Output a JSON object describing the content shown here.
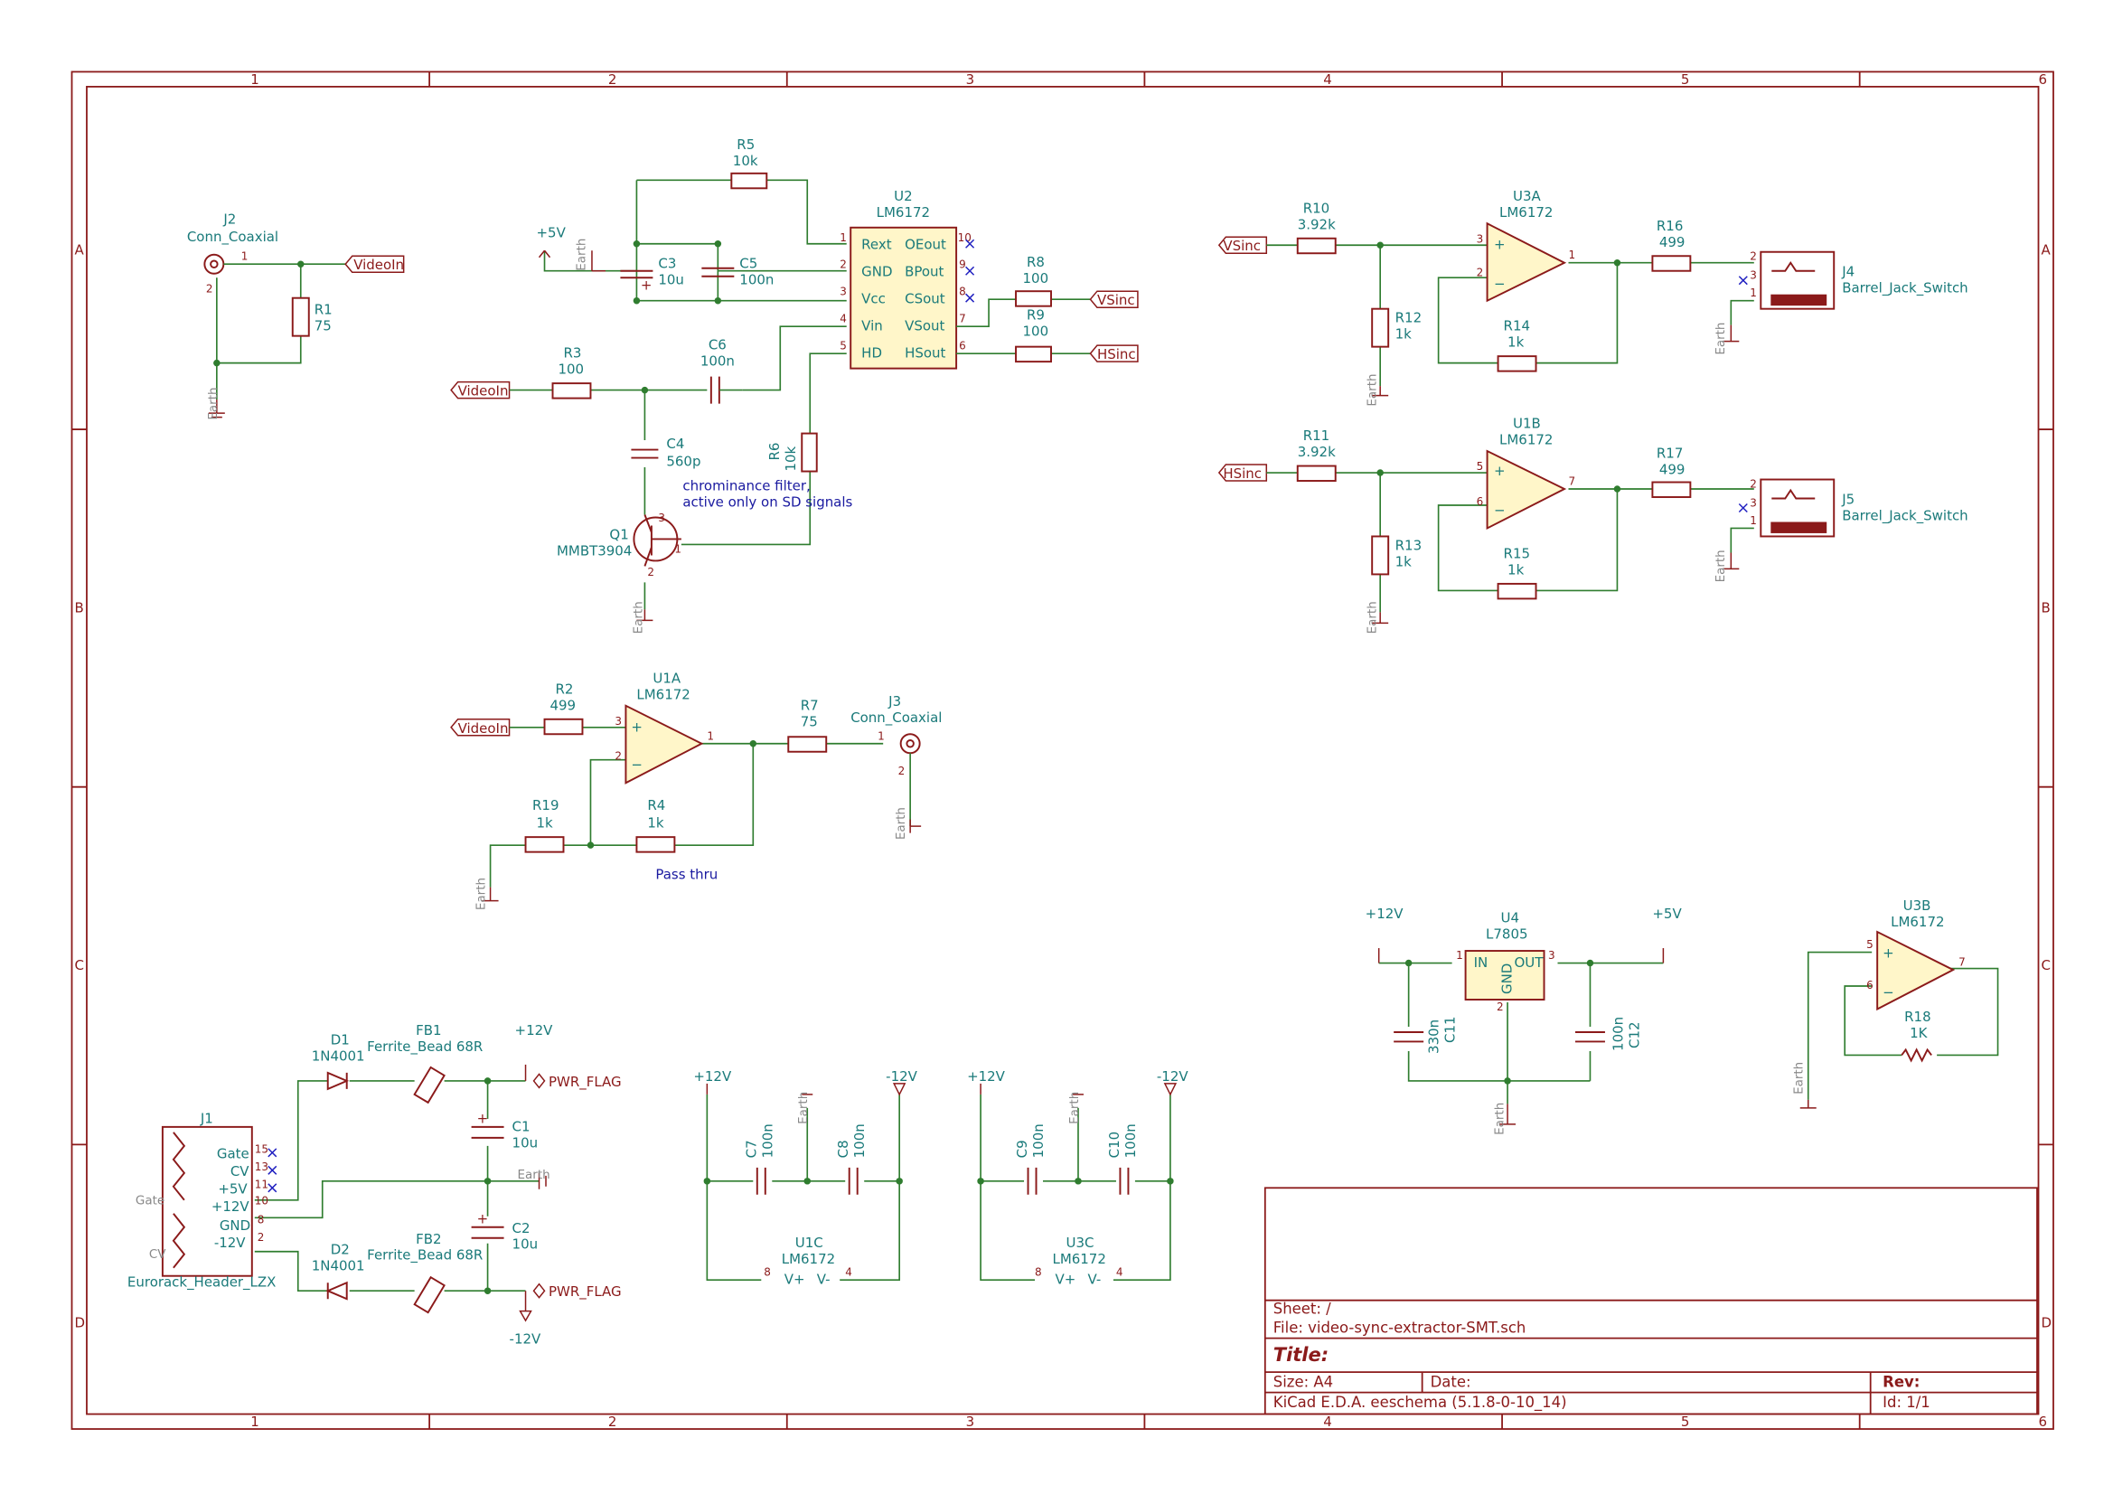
{
  "sheet": {
    "columns": [
      "1",
      "2",
      "3",
      "4",
      "5",
      "6"
    ],
    "rows": [
      "A",
      "B",
      "C",
      "D"
    ]
  },
  "title_block": {
    "sheet": "Sheet: /",
    "file": "File: video-sync-extractor-SMT.sch",
    "title": "Title:",
    "size": "Size: A4",
    "date": "Date:",
    "rev": "Rev:",
    "tool": "KiCad E.D.A.  eeschema (5.1.8-0-10_14)",
    "id": "Id: 1/1"
  },
  "components": {
    "J2": {
      "ref": "J2",
      "value": "Conn_Coaxial"
    },
    "R1": {
      "ref": "R1",
      "value": "75"
    },
    "R5": {
      "ref": "R5",
      "value": "10k"
    },
    "U2": {
      "ref": "U2",
      "value": "LM6172",
      "pins_left": [
        "Rext",
        "GND",
        "Vcc",
        "Vin",
        "HD"
      ],
      "pins_right": [
        "OEout",
        "BPout",
        "CSout",
        "VSout",
        "HSout"
      ],
      "pinnum_left": [
        "1",
        "2",
        "3",
        "4",
        "5"
      ],
      "pinnum_right": [
        "10",
        "9",
        "8",
        "7",
        "6"
      ]
    },
    "C3": {
      "ref": "C3",
      "value": "10u"
    },
    "C5": {
      "ref": "C5",
      "value": "100n"
    },
    "R8": {
      "ref": "R8",
      "value": "100"
    },
    "R9": {
      "ref": "R9",
      "value": "100"
    },
    "R3": {
      "ref": "R3",
      "value": "100"
    },
    "C6": {
      "ref": "C6",
      "value": "100n"
    },
    "R6": {
      "ref": "R6",
      "value": "10k"
    },
    "C4": {
      "ref": "C4",
      "value": "560p"
    },
    "Q1": {
      "ref": "Q1",
      "value": "MMBT3904"
    },
    "R10": {
      "ref": "R10",
      "value": "3.92k"
    },
    "U3A": {
      "ref": "U3A",
      "value": "LM6172"
    },
    "R16": {
      "ref": "R16",
      "value": "499"
    },
    "J4": {
      "ref": "J4",
      "value": "Barrel_Jack_Switch"
    },
    "R12": {
      "ref": "R12",
      "value": "1k"
    },
    "R14": {
      "ref": "R14",
      "value": "1k"
    },
    "R11": {
      "ref": "R11",
      "value": "3.92k"
    },
    "U1B": {
      "ref": "U1B",
      "value": "LM6172"
    },
    "R17": {
      "ref": "R17",
      "value": "499"
    },
    "J5": {
      "ref": "J5",
      "value": "Barrel_Jack_Switch"
    },
    "R13": {
      "ref": "R13",
      "value": "1k"
    },
    "R15": {
      "ref": "R15",
      "value": "1k"
    },
    "R2": {
      "ref": "R2",
      "value": "499"
    },
    "U1A": {
      "ref": "U1A",
      "value": "LM6172"
    },
    "R7": {
      "ref": "R7",
      "value": "75"
    },
    "J3": {
      "ref": "J3",
      "value": "Conn_Coaxial"
    },
    "R19": {
      "ref": "R19",
      "value": "1k"
    },
    "R4": {
      "ref": "R4",
      "value": "1k"
    },
    "U4": {
      "ref": "U4",
      "value": "L7805",
      "in": "IN",
      "out": "OUT",
      "gnd": "GND"
    },
    "C11": {
      "ref": "C11",
      "value": "330n"
    },
    "C12": {
      "ref": "C12",
      "value": "100n"
    },
    "U3B": {
      "ref": "U3B",
      "value": "LM6172"
    },
    "R18": {
      "ref": "R18",
      "value": "1K"
    },
    "D1": {
      "ref": "D1",
      "value": "1N4001"
    },
    "FB1": {
      "ref": "FB1",
      "value": "Ferrite_Bead 68R"
    },
    "D2": {
      "ref": "D2",
      "value": "1N4001"
    },
    "FB2": {
      "ref": "FB2",
      "value": "Ferrite_Bead 68R"
    },
    "C1": {
      "ref": "C1",
      "value": "10u"
    },
    "C2": {
      "ref": "C2",
      "value": "10u"
    },
    "J1": {
      "ref": "J1",
      "value": "Eurorack_Header_LZX",
      "pins": [
        "Gate",
        "CV",
        "+5V",
        "+12V",
        "GND",
        "-12V"
      ]
    },
    "C7": {
      "ref": "C7",
      "value": "100n"
    },
    "C8": {
      "ref": "C8",
      "value": "100n"
    },
    "U1C": {
      "ref": "U1C",
      "value": "LM6172"
    },
    "C9": {
      "ref": "C9",
      "value": "100n"
    },
    "C10": {
      "ref": "C10",
      "value": "100n"
    },
    "U3C": {
      "ref": "U3C",
      "value": "LM6172"
    }
  },
  "net_labels": {
    "videoin": "VideoIn",
    "vsinc": "VSinc",
    "hsinc": "HSinc",
    "plus5v": "+5V",
    "plus12v": "+12V",
    "minus12v": "-12V",
    "earth": "Earth",
    "pwr_flag": "PWR_FLAG",
    "vplus": "V+",
    "vminus": "V-"
  },
  "notes": {
    "chroma": [
      "chrominance filter,",
      "active only on SD signals"
    ],
    "passthru": "Pass thru"
  }
}
